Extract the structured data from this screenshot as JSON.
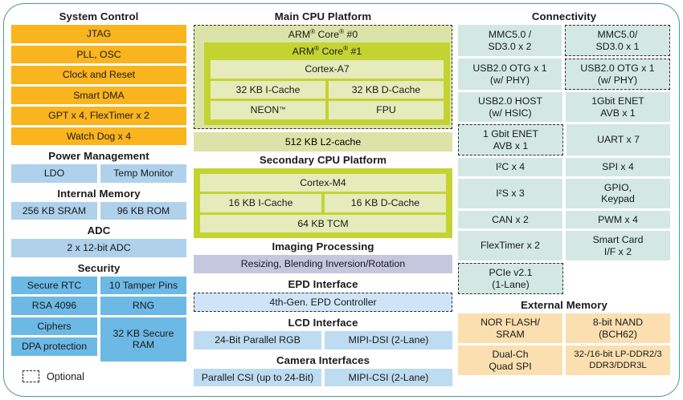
{
  "legend": {
    "label": "Optional",
    "icon": "dashed-box-icon"
  },
  "colors": {
    "frame": "#4a9b92",
    "orange": "#FAB41E",
    "light_blue": "#AFD1EC",
    "security_blue": "#6CB9E5",
    "teal": "#D3E8E3",
    "olive": "#C3D431",
    "olive_pale": "#E5EBBB",
    "olive_outer": "#DCE3A8",
    "lavender": "#C5C7DF",
    "sand": "#FBDFB0",
    "lcd_blue": "#BDDCF2",
    "epd_blue": "#CFE5F7"
  },
  "left_column": {
    "system_control": {
      "title": "System Control",
      "items": [
        "JTAG",
        "PLL, OSC",
        "Clock and Reset",
        "Smart DMA",
        "GPT x 4, FlexTimer x 2",
        "Watch Dog x 4"
      ]
    },
    "power_management": {
      "title": "Power Management",
      "items": [
        "LDO",
        "Temp Monitor"
      ]
    },
    "internal_memory": {
      "title": "Internal Memory",
      "items": [
        "256 KB SRAM",
        "96 KB ROM"
      ]
    },
    "adc": {
      "title": "ADC",
      "items": [
        "2 x 12-bit ADC"
      ]
    },
    "security": {
      "title": "Security",
      "left_items": [
        "Secure RTC",
        "RSA 4096",
        "Ciphers",
        "DPA protection"
      ],
      "right_items": [
        "10 Tamper Pins",
        "RNG",
        "32 KB Secure RAM"
      ]
    }
  },
  "center_column": {
    "main_cpu": {
      "title": "Main CPU Platform",
      "core0_label": "ARM® Core® #0",
      "core0_optional": true,
      "core1_label": "ARM® Core® #1",
      "cortex": "Cortex-A7",
      "caches": [
        "32 KB I-Cache",
        "32 KB D-Cache"
      ],
      "units": [
        "NEON™",
        "FPU"
      ],
      "l2": "512 KB L2-cache"
    },
    "secondary_cpu": {
      "title": "Secondary CPU Platform",
      "cortex": "Cortex-M4",
      "caches": [
        "16 KB I-Cache",
        "16 KB D-Cache"
      ],
      "tcm": "64 KB TCM"
    },
    "imaging": {
      "title": "Imaging Processing",
      "items": [
        "Resizing, Blending Inversion/Rotation"
      ]
    },
    "epd": {
      "title": "EPD Interface",
      "items": [
        "4th-Gen. EPD Controller"
      ],
      "optional": true
    },
    "lcd": {
      "title": "LCD Interface",
      "items": [
        "24-Bit Parallel RGB",
        "MIPI-DSI (2-Lane)"
      ]
    },
    "camera": {
      "title": "Camera Interfaces",
      "items": [
        "Parallel CSI (up to 24-Bit)",
        "MIPI-CSI (2-Lane)"
      ]
    }
  },
  "right_column": {
    "connectivity": {
      "title": "Connectivity",
      "rows": [
        {
          "left": "MMC5.0 /\nSD3.0 x 2",
          "left_optional": false,
          "right": "MMC5.0/\nSD3.0 x 1",
          "right_optional": true
        },
        {
          "left": "USB2.0 OTG x 1\n(w/ PHY)",
          "left_optional": false,
          "right": "USB2.0 OTG x 1\n(w/ PHY)",
          "right_optional": true
        },
        {
          "left": "USB2.0 HOST\n(w/ HSIC)",
          "left_optional": false,
          "right": "1Gbit ENET\nAVB x 1",
          "right_optional": false
        },
        {
          "left": "1 Gbit ENET\nAVB x 1",
          "left_optional": true,
          "right": "UART x 7",
          "right_optional": false
        },
        {
          "left": "I²C x 4",
          "left_optional": false,
          "right": "SPI x 4",
          "right_optional": false
        },
        {
          "left": "I²S x 3",
          "left_optional": false,
          "right": "GPIO,\nKeypad",
          "right_optional": false
        },
        {
          "left": "CAN x 2",
          "left_optional": false,
          "right": "PWM x 4",
          "right_optional": false
        },
        {
          "left": "FlexTimer x 2",
          "left_optional": false,
          "right": "Smart Card\nI/F x 2",
          "right_optional": false
        },
        {
          "left": "PCIe v2.1\n(1-Lane)",
          "left_optional": true,
          "right": "",
          "right_optional": false
        }
      ]
    },
    "external_memory": {
      "title": "External Memory",
      "rows": [
        {
          "left": "NOR FLASH/\nSRAM",
          "right": "8-bit NAND\n(BCH62)"
        },
        {
          "left": "Dual-Ch\nQuad SPI",
          "right": "32-/16-bit LP-DDR2/3\nDDR3/DDR3L"
        }
      ]
    }
  }
}
